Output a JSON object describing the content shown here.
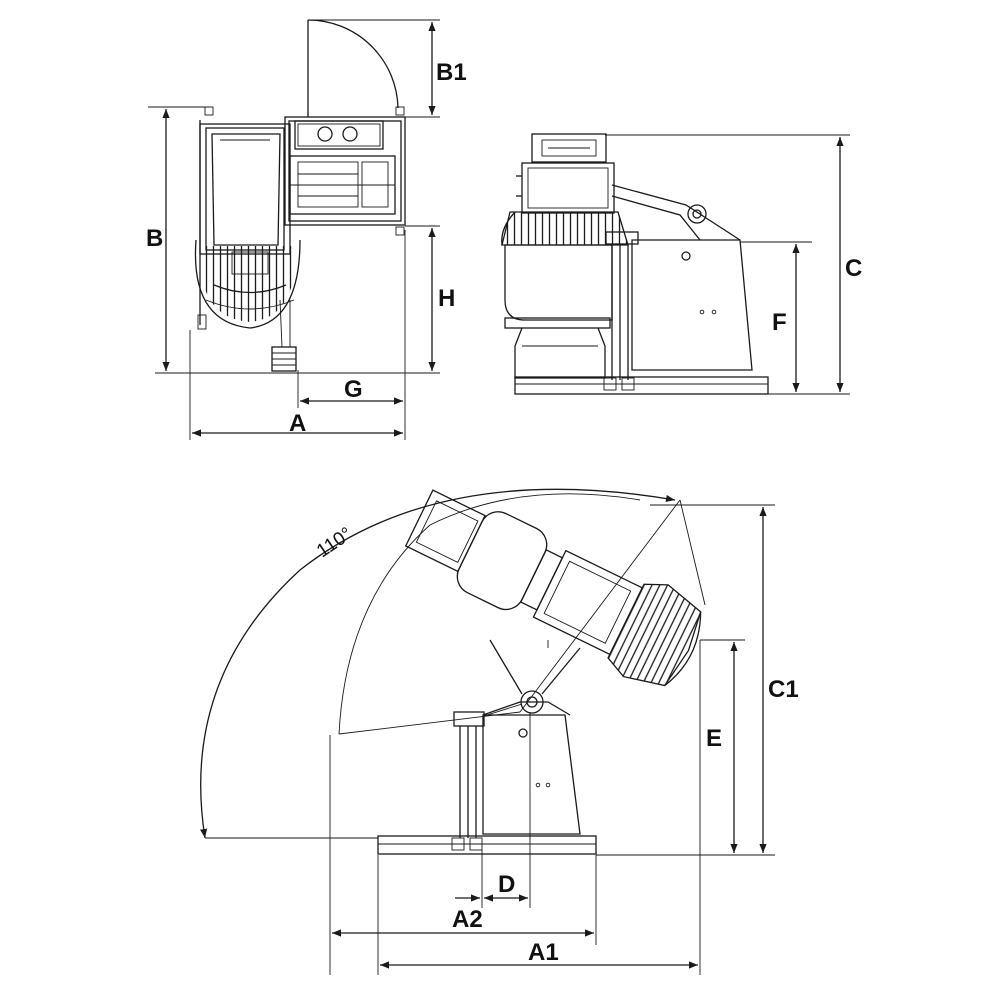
{
  "labels": {
    "A": "A",
    "B": "B",
    "B1": "B1",
    "G": "G",
    "H": "H",
    "C": "C",
    "F": "F",
    "C1": "C1",
    "E": "E",
    "D": "D",
    "A1": "A1",
    "A2": "A2",
    "angle": "110°"
  },
  "colors": {
    "line": "#1a1a1a",
    "background": "#ffffff"
  }
}
